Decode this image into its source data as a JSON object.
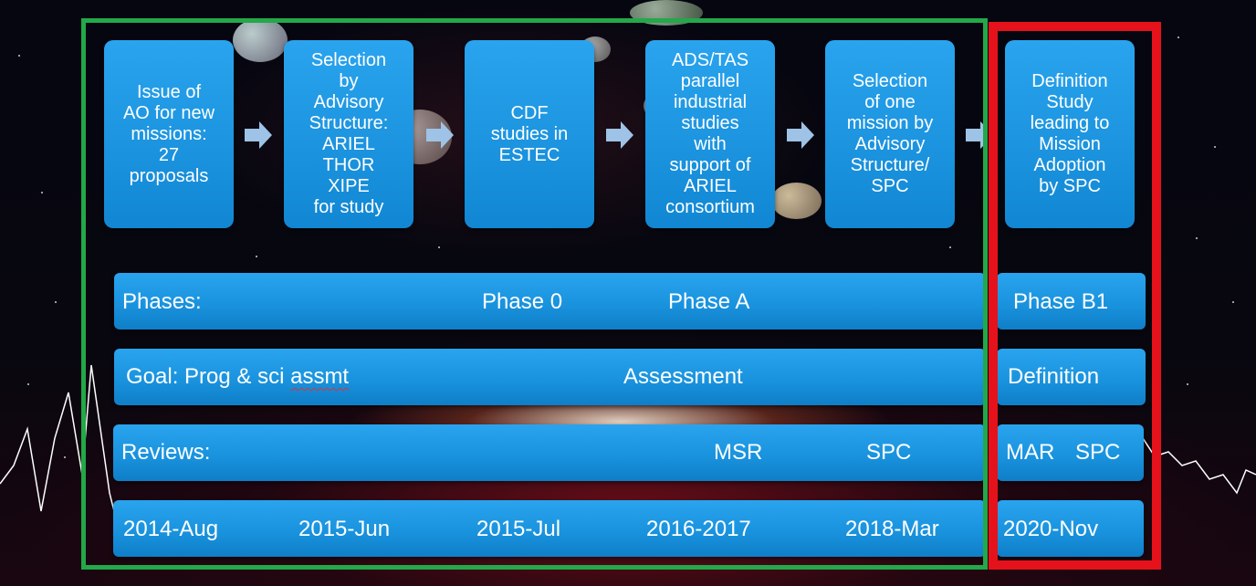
{
  "steps": [
    {
      "text": "Issue of\nAO for new\nmissions:\n27\nproposals"
    },
    {
      "text": "Selection\nby\nAdvisory\nStructure:\nARIEL\nTHOR\nXIPE\nfor study"
    },
    {
      "text": "CDF\nstudies in\nESTEC"
    },
    {
      "text": "ADS/TAS\nparallel\nindustrial\nstudies\nwith\nsupport of\nARIEL\nconsortium"
    },
    {
      "text": "Selection\nof one\nmission by\nAdvisory\nStructure/\nSPC"
    },
    {
      "text": "Definition\nStudy\nleading to\nMission\nAdoption\nby SPC"
    }
  ],
  "rows": {
    "phases": {
      "label": "Phases:",
      "phase0": "Phase 0",
      "phaseA": "Phase A",
      "phaseB1": "Phase B1"
    },
    "goal": {
      "label": "Goal:",
      "prog": "Prog & sci",
      "assmt": "assmt",
      "assessment": "Assessment",
      "definition": "Definition"
    },
    "reviews": {
      "label": "Reviews:",
      "msr": "MSR",
      "spc": "SPC",
      "mar": "MAR",
      "spc2": "SPC"
    },
    "dates": [
      "2014-Aug",
      "2015-Jun",
      "2015-Jul",
      "2016-2017",
      "2018-Mar",
      "2020-Nov"
    ]
  },
  "colors": {
    "box": "#1a94e0",
    "green_frame": "#23a84a",
    "red_frame": "#e5121b",
    "arrow": "#9ec3e6"
  }
}
